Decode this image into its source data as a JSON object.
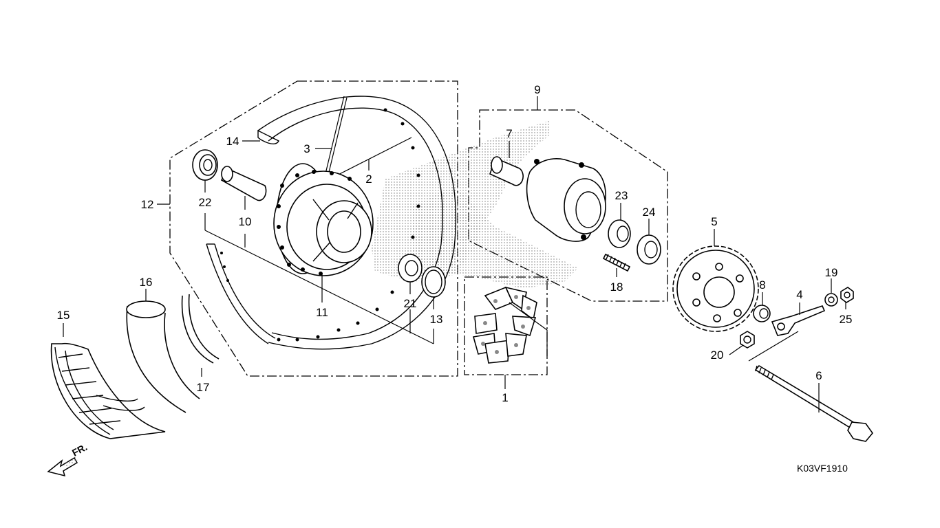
{
  "diagram": {
    "parts": [
      {
        "id": "p1",
        "label": "1"
      },
      {
        "id": "p2",
        "label": "2"
      },
      {
        "id": "p3",
        "label": "3"
      },
      {
        "id": "p4",
        "label": "4"
      },
      {
        "id": "p5",
        "label": "5"
      },
      {
        "id": "p6",
        "label": "6"
      },
      {
        "id": "p7",
        "label": "7"
      },
      {
        "id": "p8",
        "label": "8"
      },
      {
        "id": "p9",
        "label": "9"
      },
      {
        "id": "p10",
        "label": "10"
      },
      {
        "id": "p11",
        "label": "11"
      },
      {
        "id": "p12",
        "label": "12"
      },
      {
        "id": "p13",
        "label": "13"
      },
      {
        "id": "p14",
        "label": "14"
      },
      {
        "id": "p15",
        "label": "15"
      },
      {
        "id": "p16",
        "label": "16"
      },
      {
        "id": "p17",
        "label": "17"
      },
      {
        "id": "p18",
        "label": "18"
      },
      {
        "id": "p19",
        "label": "19"
      },
      {
        "id": "p20",
        "label": "20"
      },
      {
        "id": "p21",
        "label": "21"
      },
      {
        "id": "p22",
        "label": "22"
      },
      {
        "id": "p23",
        "label": "23"
      },
      {
        "id": "p24",
        "label": "24"
      },
      {
        "id": "p25",
        "label": "25"
      }
    ],
    "direction_label": "FR.",
    "drawing_code": "K03VF1910"
  }
}
